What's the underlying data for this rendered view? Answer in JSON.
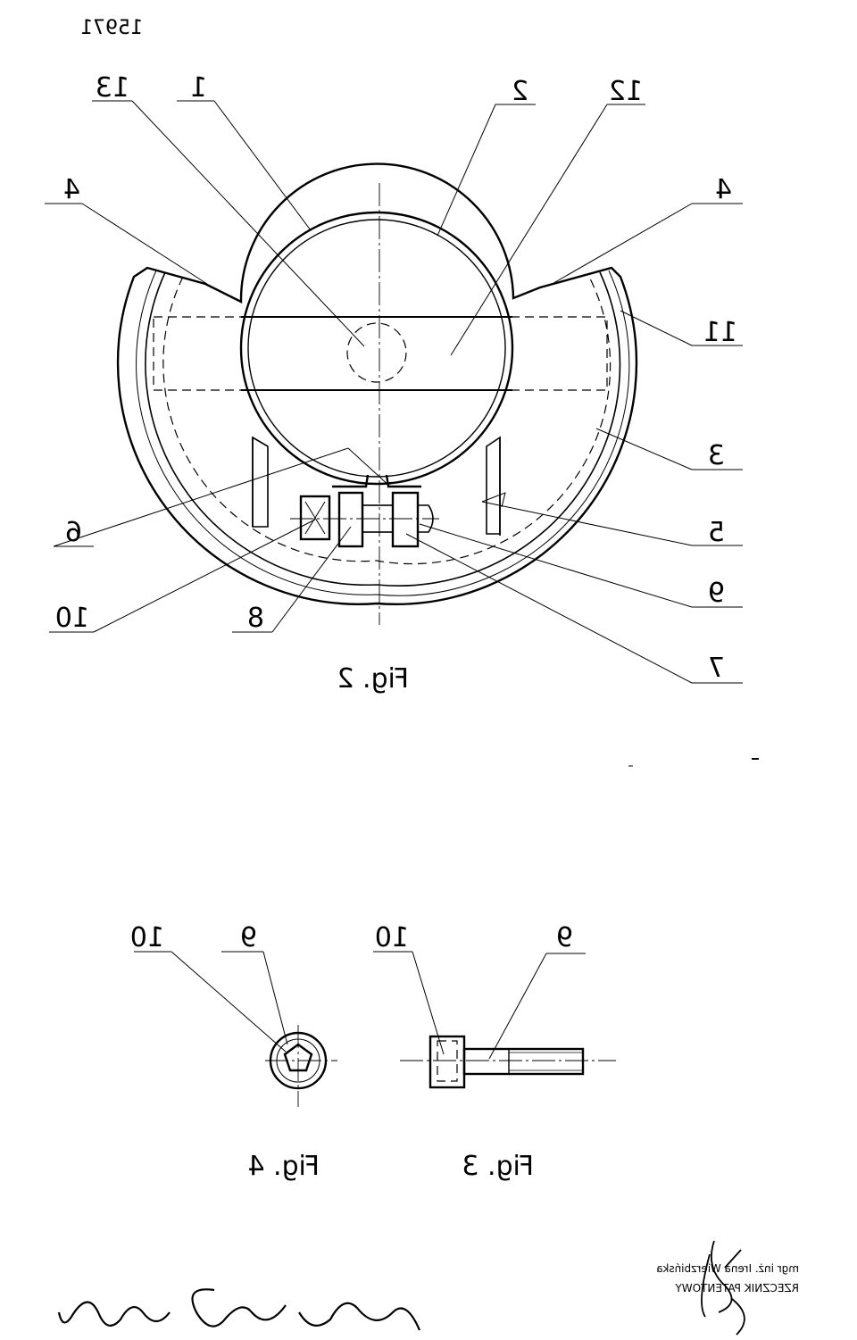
{
  "drawing": {
    "doc_mark": "15971",
    "fig2": {
      "caption": "Fig. 2",
      "labels": [
        "13",
        "1",
        "2",
        "12",
        "4",
        "4",
        "11",
        "3",
        "5",
        "6",
        "9",
        "10",
        "8",
        "7"
      ]
    },
    "fig3": {
      "caption": "Fig. 3",
      "labels": [
        "10",
        "9"
      ]
    },
    "fig4": {
      "caption": "Fig. 4",
      "labels": [
        "10",
        "9"
      ]
    },
    "stamp": {
      "line1": "mgr inż. Irena Wierzbińska",
      "line2": "RZECZNIK PATENTOWY"
    },
    "signature": "Władysław Borowiecki"
  }
}
